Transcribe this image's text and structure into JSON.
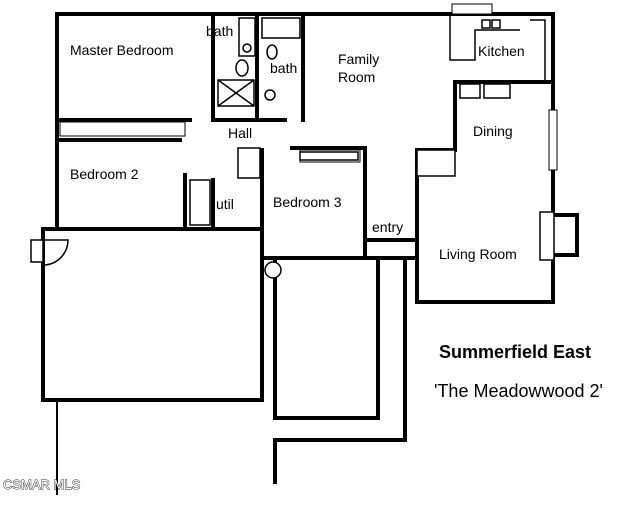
{
  "rooms": {
    "master_bedroom": "Master Bedroom",
    "bath_1": "bath",
    "bath_2": "bath",
    "family_room_line1": "Family",
    "family_room_line2": "Room",
    "kitchen": "Kitchen",
    "hall": "Hall",
    "dining": "Dining",
    "bedroom_2": "Bedroom 2",
    "util": "util",
    "bedroom_3": "Bedroom 3",
    "entry": "entry",
    "living_room": "Living Room"
  },
  "caption": {
    "title": "Summerfield East",
    "subtitle": "'The Meadowwood 2'"
  },
  "watermark": "CSMAR MLS"
}
